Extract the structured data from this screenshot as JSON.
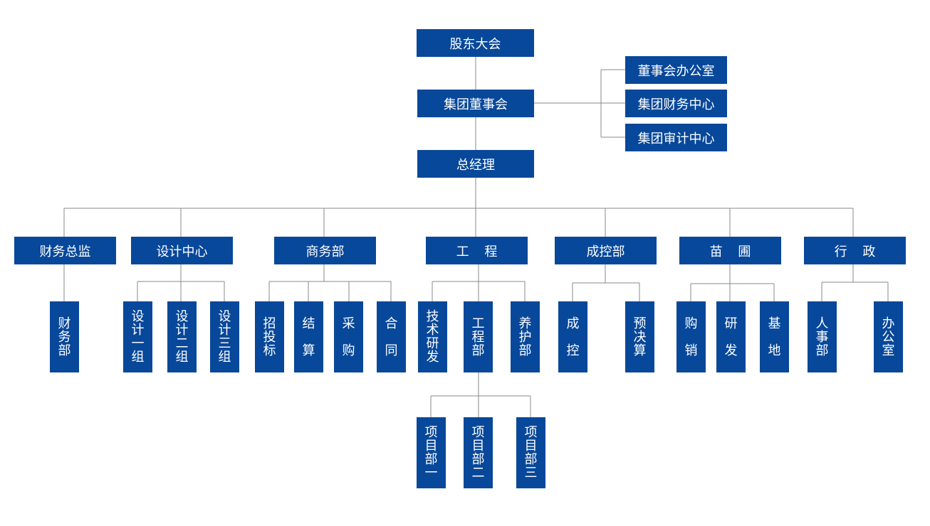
{
  "brand": {
    "box_color": "#08489a",
    "line_color": "#8a8a8a",
    "text_color": "#ffffff"
  },
  "top": {
    "shareholders": "股东大会",
    "board": "集团董事会",
    "gm": "总经理"
  },
  "board_side": [
    "董事会办公室",
    "集团财务中心",
    "集团审计中心"
  ],
  "depts": {
    "finance": {
      "title": "财务总监",
      "subs": [
        "财\n务\n部"
      ]
    },
    "design": {
      "title": "设计中心",
      "subs": [
        "设\n计\n一\n组",
        "设\n计\n二\n组",
        "设\n计\n三\n组"
      ]
    },
    "commerce": {
      "title": "商务部",
      "subs": [
        "招\n投\n标",
        "结\n\n算",
        "采\n\n购",
        "合\n\n同"
      ]
    },
    "engineering": {
      "title": "工 程",
      "subs": [
        "技\n术\n研\n发",
        "工\n程\n部",
        "养\n护\n部"
      ],
      "projects": [
        "项\n目\n部\n一",
        "项\n目\n部\n二",
        "项\n目\n部\n三"
      ]
    },
    "cost": {
      "title": "成控部",
      "subs": [
        "成\n\n控",
        "预\n决\n算"
      ]
    },
    "nursery": {
      "title": "苗 圃",
      "subs": [
        "购\n\n销",
        "研\n\n发",
        "基\n\n地"
      ]
    },
    "admin": {
      "title": "行 政",
      "subs": [
        "人\n事\n部",
        "办\n公\n室"
      ]
    }
  }
}
